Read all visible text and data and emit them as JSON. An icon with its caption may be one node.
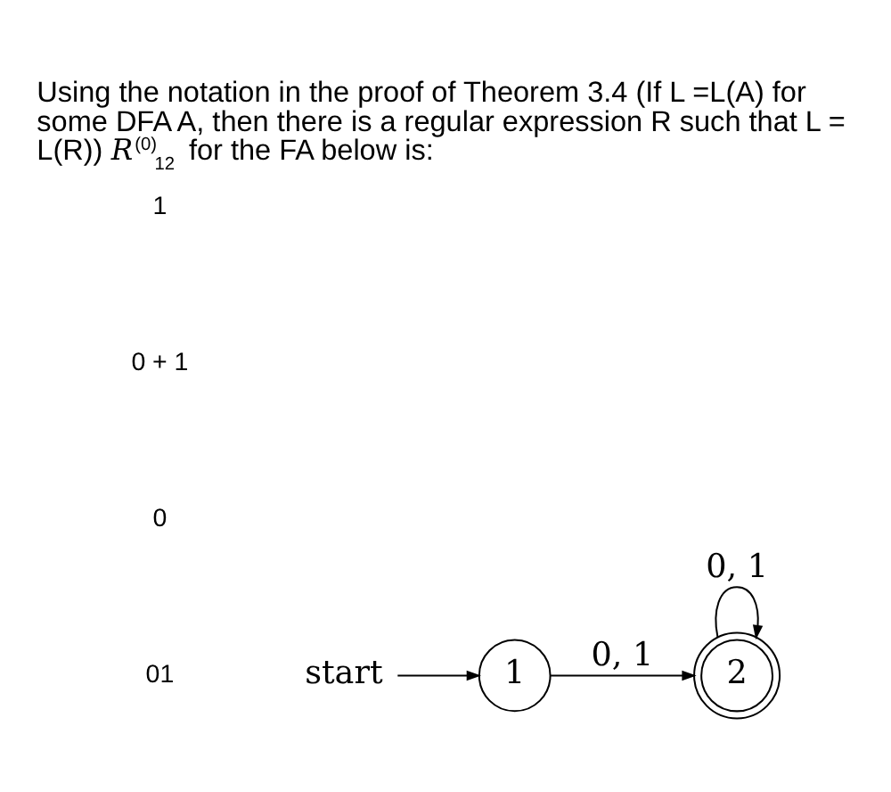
{
  "diagram": {
    "title": "Using the notation in the proof of Theorem 3.4 (If L =L(A) for some DFA A, then there is a regular expression R such that L = L(R)) *R*$^{(0)}$$_{12}$ for the FA below is:",
    "nodes": [
      {
        "text": [
          "start"
        ]
      },
      {
        "text": [
          "1"
        ]
      },
      {
        "text": [
          "2"
        ]
      }
    ],
    "edges": [
      {
        "from": 0,
        "to": 1,
        "arrow": "to"
      },
      {
        "from": 1,
        "to": 2,
        "arrow": "to",
        "label": "0, 1"
      },
      {
        "from": 2,
        "to": 2,
        "arrow": "to",
        "label": "0, 1"
      }
    ],
    "labels": [
      "1",
      "0 + 1",
      "0",
      "01"
    ]
  }
}
